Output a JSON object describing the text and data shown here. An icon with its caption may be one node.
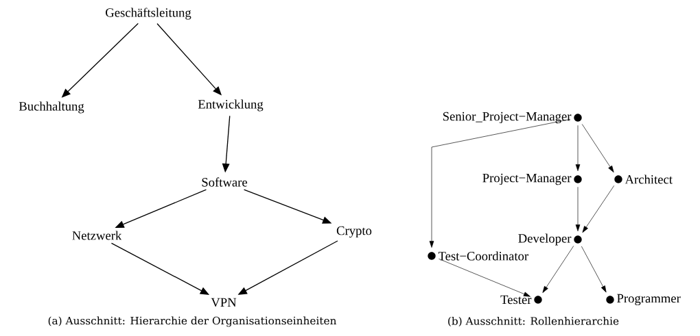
{
  "diagram": {
    "nodes": [
      {
        "text": [
          "Geschäftsleitung"
        ]
      },
      {
        "text": [
          "Buchhaltung"
        ]
      },
      {
        "text": [
          "Entwicklung"
        ]
      },
      {
        "text": [
          "Software"
        ]
      },
      {
        "text": [
          "Netzwerk"
        ]
      },
      {
        "text": [
          "Crypto"
        ]
      },
      {
        "text": [
          "VPN"
        ]
      },
      {
        "text": [],
        "shape": "circle",
        "beside": [
          "Senior_Project−Manager"
        ]
      },
      {
        "text": [],
        "shape": "circle",
        "beside": [
          "Project−Manager"
        ]
      },
      {
        "text": [],
        "shape": "circle",
        "beside": [
          "Architect"
        ]
      },
      {
        "text": [],
        "shape": "circle",
        "beside": [
          "Developer"
        ]
      },
      {
        "text": [],
        "shape": "circle",
        "beside": [
          "Test−Coordinator"
        ]
      },
      {
        "text": [],
        "shape": "circle",
        "beside": [
          "Tester"
        ]
      },
      {
        "text": [],
        "shape": "circle",
        "beside": [
          "Programmer"
        ]
      }
    ],
    "edges": [
      {
        "from": 0,
        "to": 1,
        "arrow": "to"
      },
      {
        "from": 0,
        "to": 2,
        "arrow": "to"
      },
      {
        "from": 2,
        "to": 3,
        "arrow": "to"
      },
      {
        "from": 3,
        "to": 4,
        "arrow": "to"
      },
      {
        "from": 3,
        "to": 5,
        "arrow": "to"
      },
      {
        "from": 4,
        "to": 6,
        "arrow": "to"
      },
      {
        "from": 5,
        "to": 6,
        "arrow": "to"
      },
      {
        "from": 7,
        "to": 11,
        "arrow": "to"
      },
      {
        "from": 7,
        "to": 8,
        "arrow": "to"
      },
      {
        "from": 7,
        "to": 9,
        "arrow": "to"
      },
      {
        "from": 8,
        "to": 10,
        "arrow": "to"
      },
      {
        "from": 9,
        "to": 10,
        "arrow": "to"
      },
      {
        "from": 11,
        "to": 12,
        "arrow": "to"
      },
      {
        "from": 10,
        "to": 12,
        "arrow": "to"
      },
      {
        "from": 10,
        "to": 13,
        "arrow": "to"
      }
    ],
    "labels": [
      "(a) Ausschnitt: Hierarchie der Organisationseinheiten",
      "(b) Ausschnitt: Rollenhierarchie"
    ]
  }
}
